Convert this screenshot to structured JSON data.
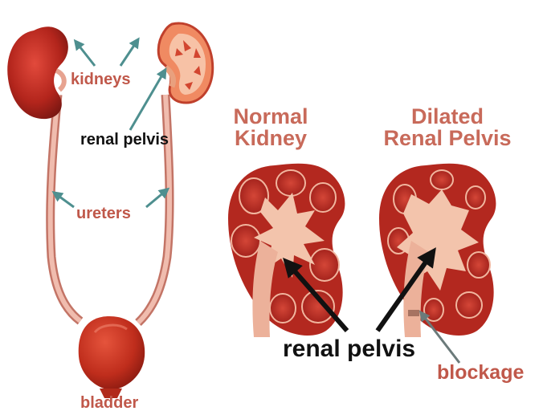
{
  "labels": {
    "kidneys": "kidneys",
    "renal_pelvis_left": "renal pelvis",
    "ureters": "ureters",
    "bladder": "bladder",
    "renal_pelvis_bottom": "renal pelvis",
    "blockage": "blockage"
  },
  "headings": {
    "normal_line1": "Normal",
    "normal_line2": "Kidney",
    "dilated_line1": "Dilated",
    "dilated_line2": "Renal Pelvis"
  },
  "colors": {
    "label_red": "#c0584a",
    "heading_red": "#c86a5a",
    "arrow_teal": "#4e8f8f",
    "kidney_dark": "#a8241f",
    "kidney_inner": "#f1b59e",
    "ureter": "#e8a699",
    "bladder": "#c7321f"
  }
}
